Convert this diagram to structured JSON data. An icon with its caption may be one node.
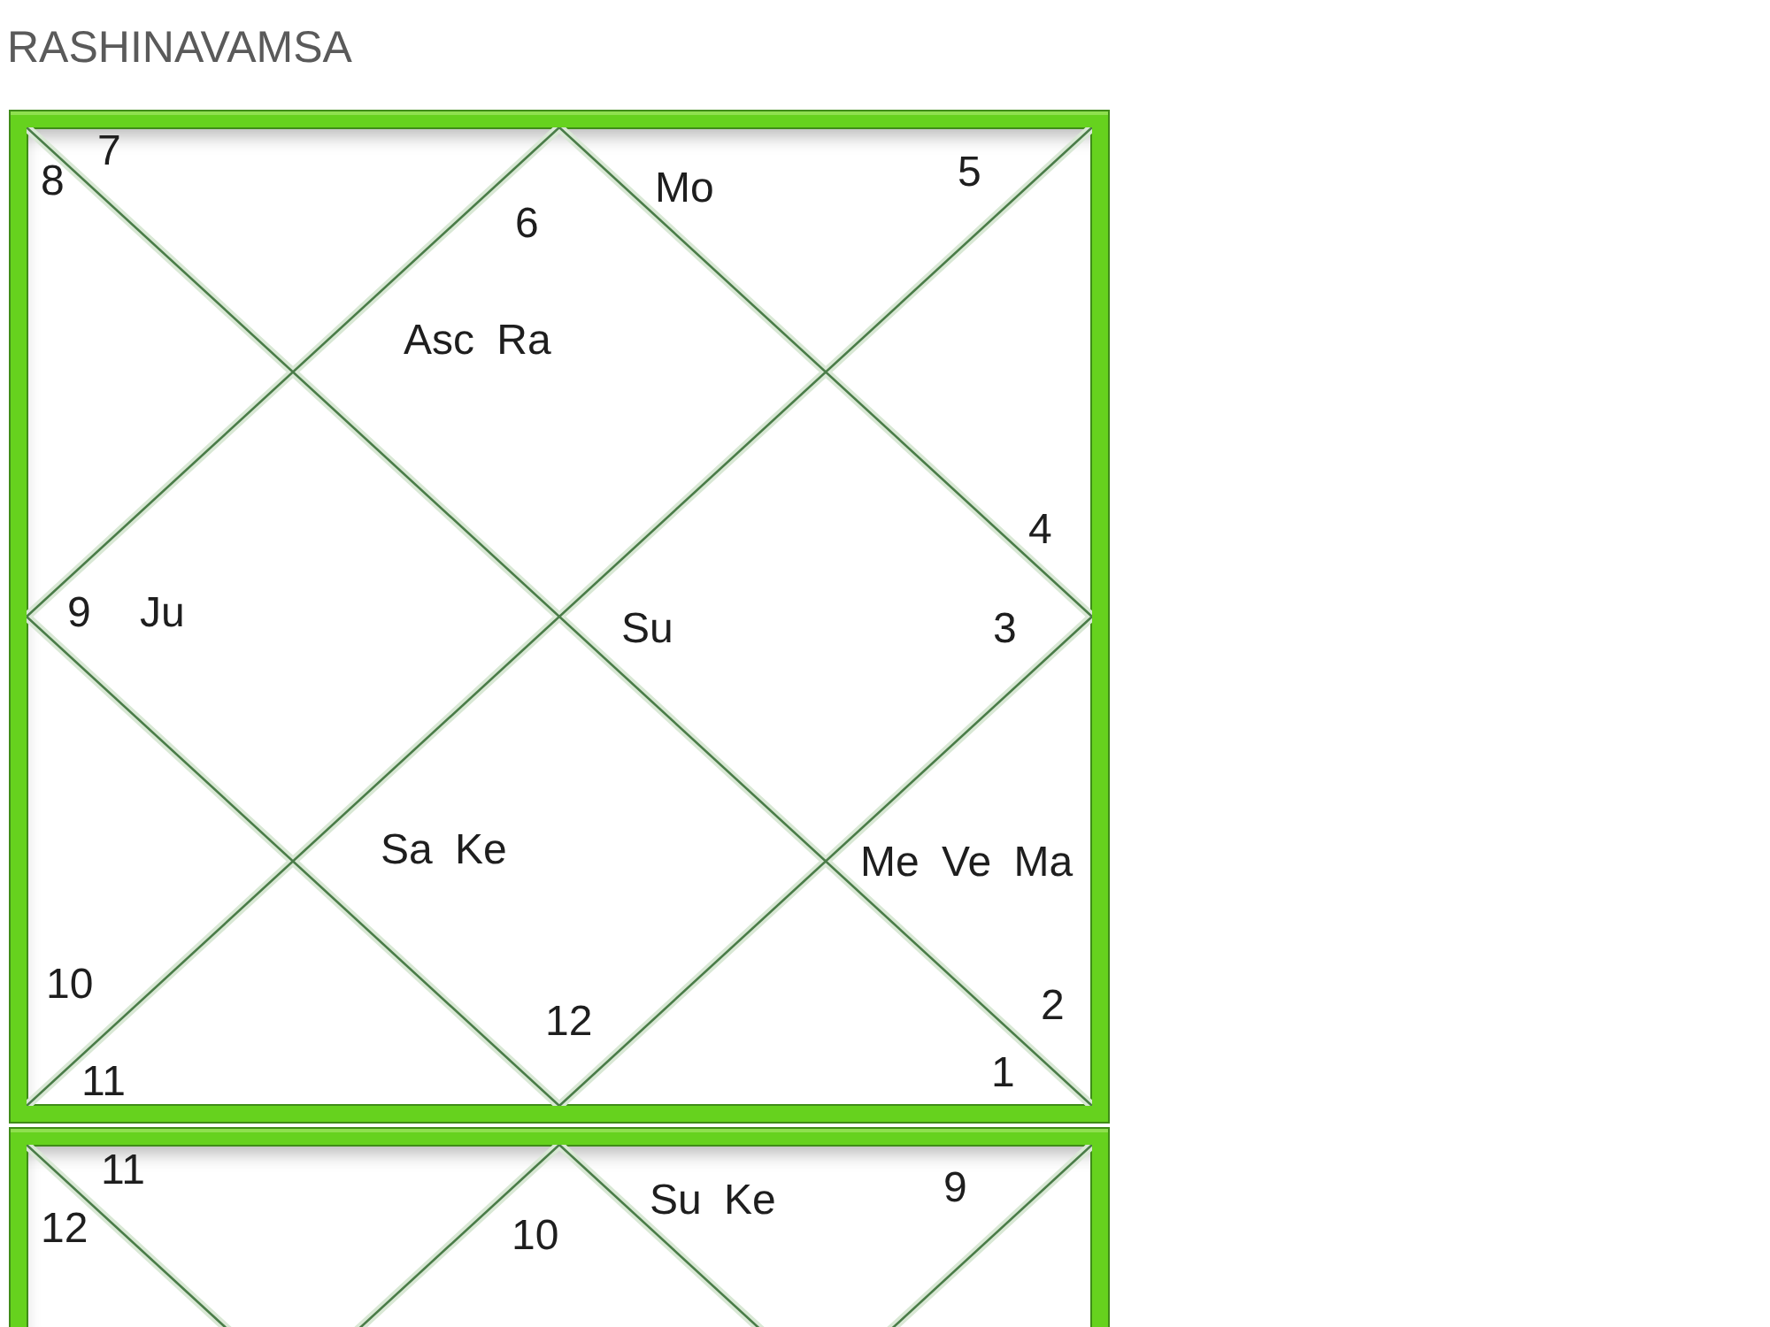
{
  "diagram": {
    "title": "RASHINAVAMSA",
    "nodes": [
      {
        "text": [],
        "shape": "box"
      },
      {
        "text": [
          "7"
        ],
        "in": 0
      },
      {
        "text": [
          "6",
          "Asc Ra"
        ],
        "in": 0
      },
      {
        "text": [
          "Mo",
          "5"
        ],
        "in": 0
      },
      {
        "text": [
          "8"
        ],
        "in": 0
      },
      {
        "text": [
          "4"
        ],
        "in": 0
      },
      {
        "text": [
          "9",
          "Ju"
        ],
        "in": 0
      },
      {
        "text": [
          "Su",
          "3"
        ],
        "in": 0
      },
      {
        "text": [
          "10"
        ],
        "in": 0
      },
      {
        "text": [
          "Sa Ke",
          "12"
        ],
        "in": 0
      },
      {
        "text": [
          "Me Ve Ma",
          "2"
        ],
        "in": 0
      },
      {
        "text": [
          "11"
        ],
        "in": 0
      },
      {
        "text": [
          "1"
        ],
        "in": 0
      },
      {
        "text": [],
        "shape": "box"
      },
      {
        "text": [
          "11"
        ],
        "in": 13
      },
      {
        "text": [
          "10"
        ],
        "in": 13
      },
      {
        "text": [
          "Su Ke",
          "9"
        ],
        "in": 13
      },
      {
        "text": [
          "12"
        ],
        "in": 13
      }
    ]
  }
}
